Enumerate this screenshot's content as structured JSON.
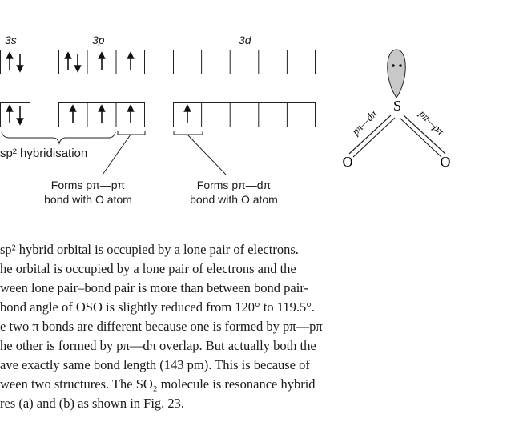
{
  "diagram": {
    "labels": {
      "s": "3s",
      "p": "3p",
      "d": "3d"
    },
    "hybrid_label": "sp² hybridisation",
    "caption_p": {
      "line1": "Forms pπ—pπ",
      "line2": "bond with O atom"
    },
    "caption_d": {
      "line1": "Forms pπ—dπ",
      "line2": "bond with O atom"
    },
    "structure": {
      "central": "S",
      "left_atom": "O",
      "right_atom": "O",
      "left_bond": "pπ—dπ",
      "right_bond": "pπ—pπ"
    }
  },
  "text": {
    "lines": [
      "sp² hybrid orbital is occupied by a lone pair of electrons.",
      "he orbital is occupied by a lone pair of electrons and the",
      "ween lone pair–bond pair is more than between bond pair-",
      " bond angle of OSO is slightly reduced from 120° to 119.5°.",
      "e two π bonds are different because one is formed by pπ—pπ",
      "he other is formed by pπ—dπ overlap. But actually both the",
      "ave exactly same bond length (143 pm). This is because of",
      "ween two structures. The SO₂ molecule is resonance hybrid",
      "res (a) and (b) as shown in Fig. 23."
    ]
  }
}
